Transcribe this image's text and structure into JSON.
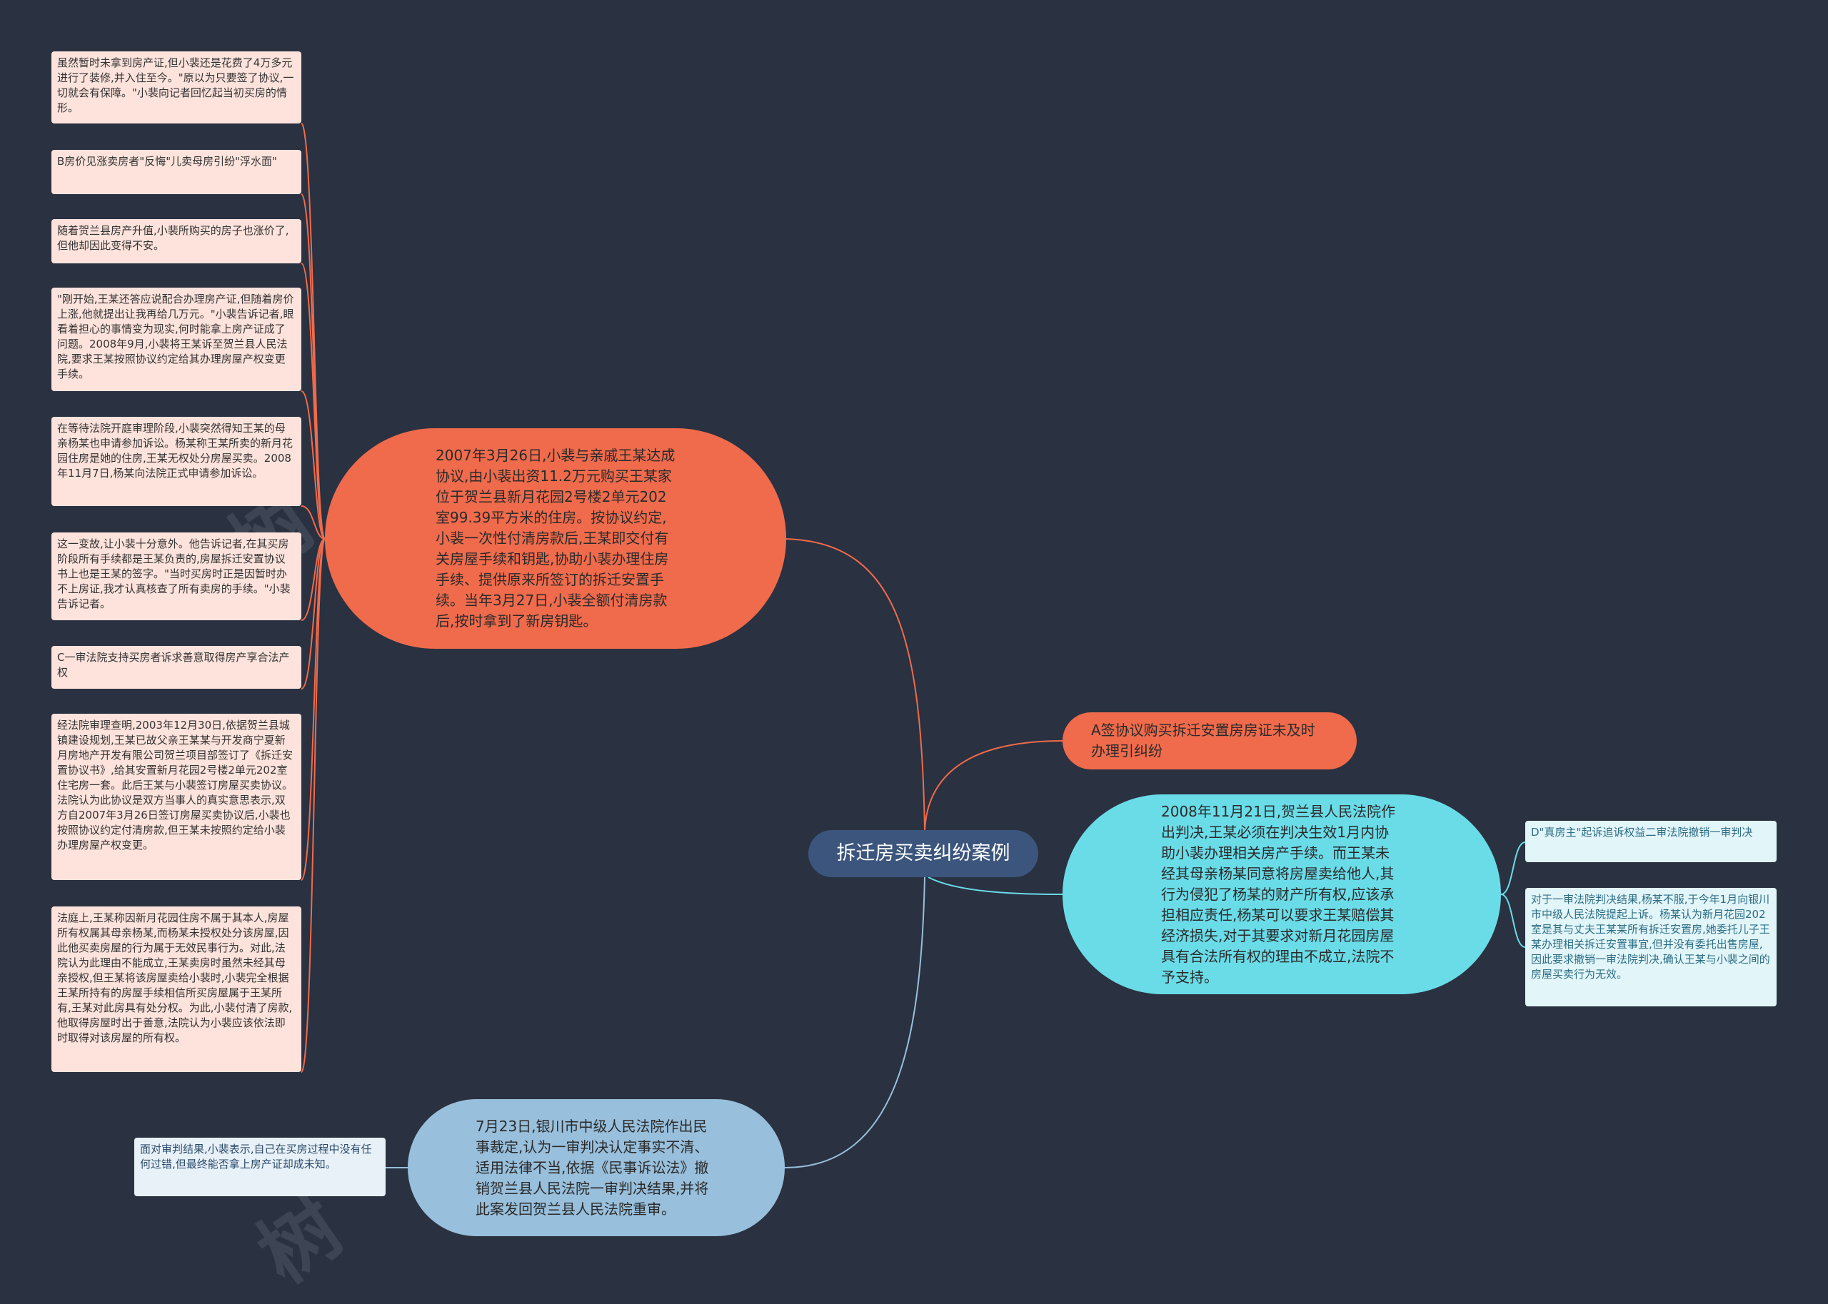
{
  "root": {
    "label": "拆迁房买卖纠纷案例"
  },
  "branches": {
    "b1": {
      "text": "2007年3月26日,小裴与亲戚王某达成协议,由小裴出资11.2万元购买王某家位于贺兰县新月花园2号楼2单元202室99.39平方米的住房。按协议约定,小裴一次性付清房款后,王某即交付有关房屋手续和钥匙,协助小裴办理住房手续、提供原来所签订的拆迁安置手续。当年3月27日,小裴全额付清房款后,按时拿到了新房钥匙。"
    },
    "b2": {
      "text": "A签协议购买拆迁安置房房证未及时办理引纠纷"
    },
    "b3": {
      "text": "2008年11月21日,贺兰县人民法院作出判决,王某必须在判决生效1月内协助小裴办理相关房产手续。而王某未经其母亲杨某同意将房屋卖给他人,其行为侵犯了杨某的财产所有权,应该承担相应责任,杨某可以要求王某赔偿其经济损失,对于其要求对新月花园房屋具有合法所有权的理由不成立,法院不予支持。"
    },
    "b4": {
      "text": "7月23日,银川市中级人民法院作出民事裁定,认为一审判决认定事实不清、适用法律不当,依据《民事诉讼法》撤销贺兰县人民法院一审判决结果,并将此案发回贺兰县人民法院重审。"
    }
  },
  "leaves": {
    "l1": "虽然暂时未拿到房产证,但小裴还是花费了4万多元进行了装修,并入住至今。\"原以为只要签了协议,一切就会有保障。\"小裴向记者回忆起当初买房的情形。",
    "l2": "B房价见涨卖房者\"反悔\"儿卖母房引纷\"浮水面\"",
    "l3": "随着贺兰县房产升值,小裴所购买的房子也涨价了,但他却因此变得不安。",
    "l4": "\"刚开始,王某还答应说配合办理房产证,但随着房价上涨,他就提出让我再给几万元。\"小裴告诉记者,眼看着担心的事情变为现实,何时能拿上房产证成了问题。2008年9月,小裴将王某诉至贺兰县人民法院,要求王某按照协议约定给其办理房屋产权变更手续。",
    "l5": "在等待法院开庭审理阶段,小裴突然得知王某的母亲杨某也申请参加诉讼。杨某称王某所卖的新月花园住房是她的住房,王某无权处分房屋买卖。2008年11月7日,杨某向法院正式申请参加诉讼。",
    "l6": "这一变故,让小裴十分意外。他告诉记者,在其买房阶段所有手续都是王某负责的,房屋拆迁安置协议书上也是王某的签字。\"当时买房时正是因暂时办不上房证,我才认真核查了所有卖房的手续。\"小裴告诉记者。",
    "l7": "C一审法院支持买房者诉求善意取得房产享合法产权",
    "l8": "经法院审理查明,2003年12月30日,依据贺兰县城镇建设规划,王某已故父亲王某某与开发商宁夏新月房地产开发有限公司贺兰项目部签订了《拆迁安置协议书》,给其安置新月花园2号楼2单元202室住宅房一套。此后王某与小裴签订房屋买卖协议。法院认为此协议是双方当事人的真实意思表示,双方自2007年3月26日签订房屋买卖协议后,小裴也按照协议约定付清房款,但王某未按照约定给小裴办理房屋产权变更。",
    "l9": "法庭上,王某称因新月花园住房不属于其本人,房屋所有权属其母亲杨某,而杨某未授权处分该房屋,因此他买卖房屋的行为属于无效民事行为。对此,法院认为此理由不能成立,王某卖房时虽然未经其母亲授权,但王某将该房屋卖给小裴时,小裴完全根据王某所持有的房屋手续相信所买房屋属于王某所有,王某对此房具有处分权。为此,小裴付清了房款,他取得房屋时出于善意,法院认为小裴应该依法即时取得对该房屋的所有权。",
    "l10": "面对审判结果,小裴表示,自己在买房过程中没有任何过错,但最终能否拿上房产证却成未知。",
    "l11": "D\"真房主\"起诉追诉权益二审法院撤销一审判决",
    "l12": "对于一审法院判决结果,杨某不服,于今年1月向银川市中级人民法院提起上诉。杨某认为新月花园202室是其与丈夫王某某所有拆迁安置房,她委托儿子王某办理相关拆迁安置事宜,但并没有委托出售房屋,因此要求撤销一审法院判决,确认王某与小裴之间的房屋买卖行为无效。"
  },
  "colors": {
    "background": "#2a3140",
    "root": "#3b557c",
    "orange": "#ef6b4c",
    "cyan": "#6adce8",
    "lightblue": "#98bfdb",
    "leaf_pink": "#fde3dc",
    "leaf_cyan": "#e2f6f9"
  }
}
